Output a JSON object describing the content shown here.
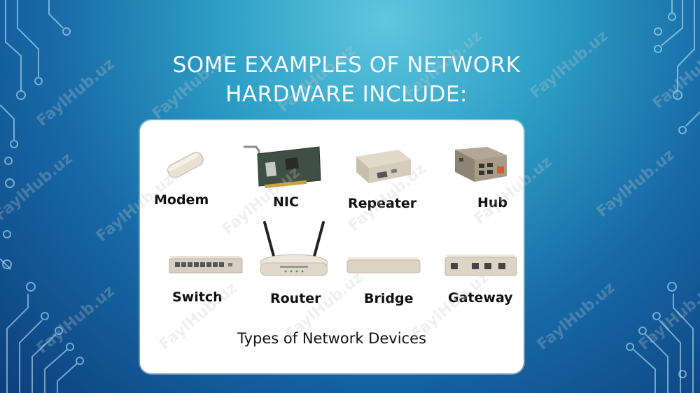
{
  "slide": {
    "title_line1": "SOME EXAMPLES OF NETWORK",
    "title_line2": "HARDWARE INCLUDE:"
  },
  "figure": {
    "devices": [
      {
        "label": "Modem",
        "icon": "usb-modem-icon"
      },
      {
        "label": "NIC",
        "icon": "network-card-icon"
      },
      {
        "label": "Repeater",
        "icon": "repeater-icon"
      },
      {
        "label": "Hub",
        "icon": "hub-icon"
      },
      {
        "label": "Switch",
        "icon": "switch-icon"
      },
      {
        "label": "Router",
        "icon": "router-icon"
      },
      {
        "label": "Bridge",
        "icon": "bridge-icon"
      },
      {
        "label": "Gateway",
        "icon": "gateway-icon"
      }
    ],
    "caption": "Types of Network Devices"
  },
  "watermark": "FaylHub.uz",
  "colors": {
    "background_light": "#5fc7de",
    "background_dark": "#0c3f7c",
    "panel": "#ffffff",
    "device_beige": "#d9d1c4"
  }
}
